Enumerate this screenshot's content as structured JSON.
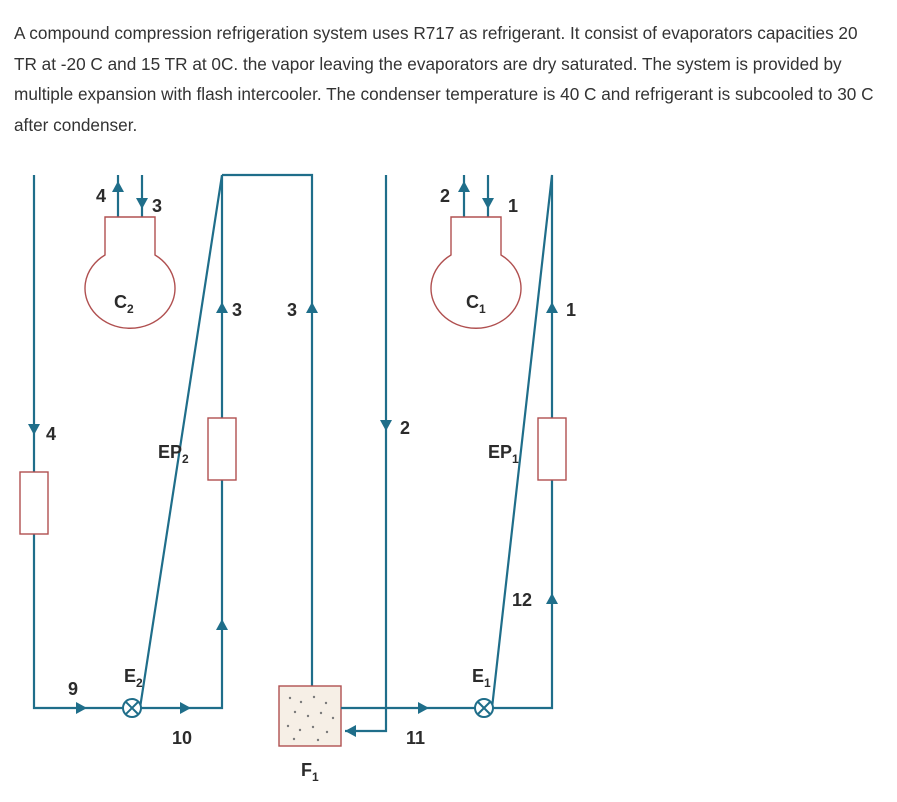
{
  "problem": {
    "text": "A compound compression refrigeration system uses R717 as refrigerant. It consist of evaporators capacities 20 TR at -20 C and 15 TR at 0C. the vapor leaving the evaporators are dry saturated. The system is provided by multiple expansion with flash intercooler. The condenser temperature is 40 C and refrigerant is subcooled to 30 C after condenser."
  },
  "diagram": {
    "compressor_2": {
      "main": "C",
      "sub": "2"
    },
    "compressor_1": {
      "main": "C",
      "sub": "1"
    },
    "evaporator_2": {
      "main": "EP",
      "sub": "2"
    },
    "evaporator_1": {
      "main": "EP",
      "sub": "1"
    },
    "valve_2": {
      "main": "E",
      "sub": "2"
    },
    "valve_1": {
      "main": "E",
      "sub": "1"
    },
    "flash": {
      "main": "F",
      "sub": "1"
    },
    "state_labels": {
      "s4_top": "4",
      "s3_top": "3",
      "s3_mid_left": "3",
      "s3_mid_right": "3",
      "s4_left": "4",
      "s9": "9",
      "s10": "10",
      "s2_top": "2",
      "s1_top": "1",
      "s1_right": "1",
      "s2_mid": "2",
      "s12": "12",
      "s11": "11"
    }
  }
}
